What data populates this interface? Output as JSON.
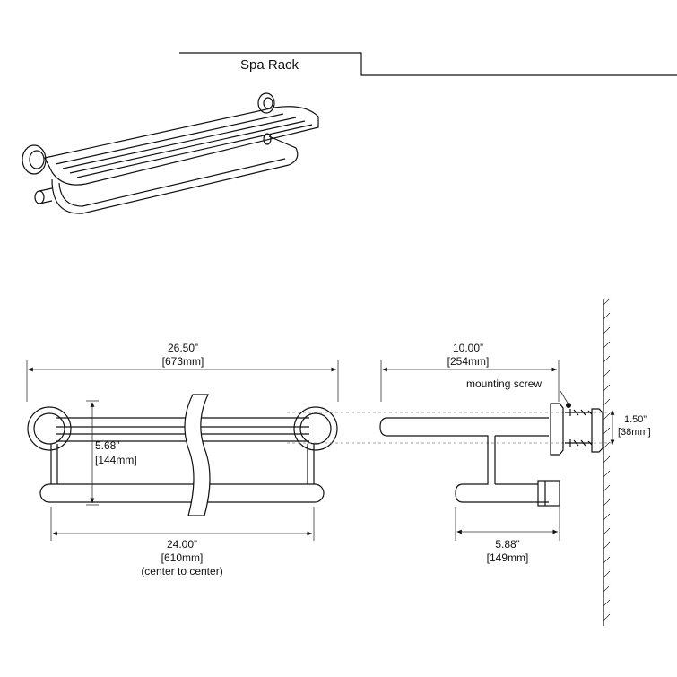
{
  "header": {
    "title": "Spa Rack"
  },
  "front_view": {
    "overall_width": "26.50”",
    "overall_width_mm": "[673mm]",
    "height": "5.68”",
    "height_mm": "[144mm]",
    "center_width": "24.00”",
    "center_width_mm": "[610mm]",
    "center_note": "(center to center)"
  },
  "side_view": {
    "depth": "10.00”",
    "depth_mm": "[254mm]",
    "screw_label": "mounting screw",
    "flange_diameter": "1.50”",
    "flange_diameter_mm": "[38mm]",
    "lower_depth": "5.88”",
    "lower_depth_mm": "[149mm]"
  }
}
